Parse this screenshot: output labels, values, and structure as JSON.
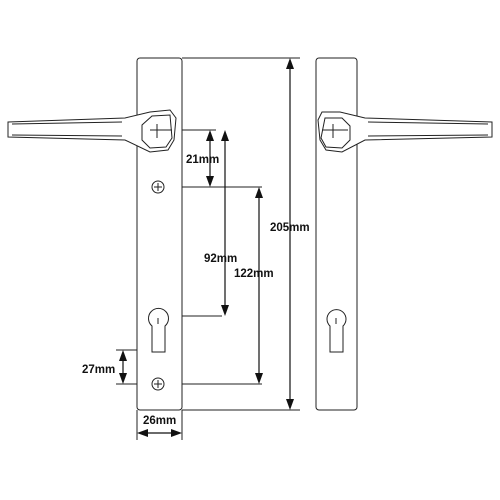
{
  "dimensions": {
    "handle_spacing": "21mm",
    "spindle_to_euro_92": "92mm",
    "spindle_to_euro_122": "122mm",
    "overall_height": "205mm",
    "euro_to_screw": "27mm",
    "plate_width": "26mm"
  },
  "colors": {
    "line": "#222222",
    "background": "#ffffff"
  },
  "icons": {
    "lever_handle": "lever-handle-icon",
    "euro_cylinder_cutout": "euro-cylinder-icon",
    "screw_hole": "screw-hole-icon"
  }
}
